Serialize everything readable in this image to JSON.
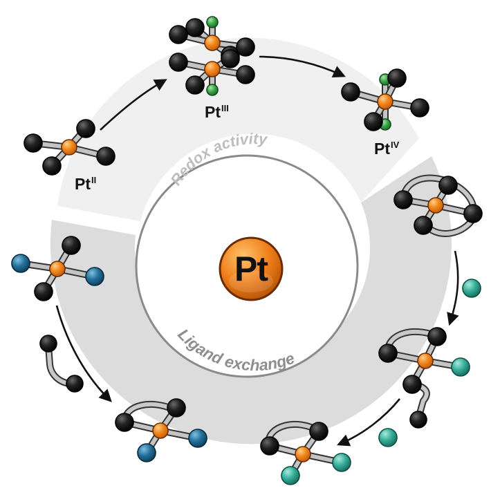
{
  "center": {
    "label": "Pt"
  },
  "sections": {
    "redox": {
      "label": "Redox activity"
    },
    "ligand": {
      "label": "Ligand exchange"
    }
  },
  "states": {
    "pt2": {
      "base": "Pt",
      "sup": "II"
    },
    "pt3": {
      "base": "Pt",
      "sup": "III"
    },
    "pt4": {
      "base": "Pt",
      "sup": "IV"
    }
  },
  "colors": {
    "platinum_atom": "#f07f1c",
    "ligand_black": "#1a1a1a",
    "ligand_blue": "#1f6e96",
    "ligand_teal": "#2fa896",
    "ligand_green": "#3da84a",
    "redox_band": "#efefef",
    "ligand_band": "#dcdcdc"
  }
}
